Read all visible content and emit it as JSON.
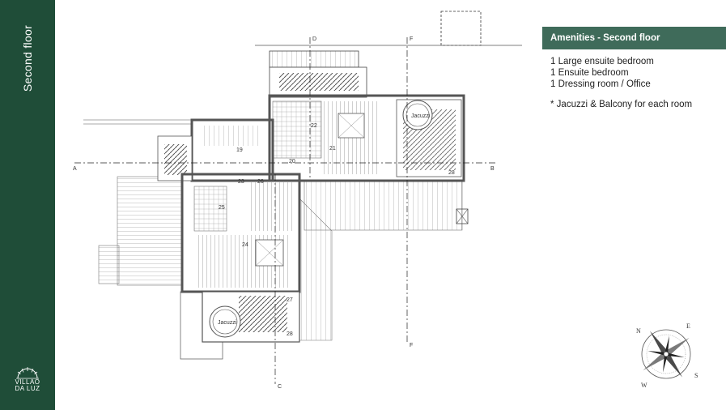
{
  "sidebar": {
    "title": "Second floor",
    "logo": [
      "VILLAO",
      "DA LUZ"
    ]
  },
  "panel": {
    "title": "Amenities - Second floor",
    "items": [
      "1 Large ensuite bedroom",
      "1 Ensuite bedroom",
      "1 Dressing room / Office"
    ],
    "note": "* Jacuzzi & Balcony for each room"
  },
  "plan": {
    "section_marks": [
      "A",
      "B",
      "C",
      "D",
      "F",
      "F"
    ],
    "room_numbers": [
      "19",
      "20",
      "21",
      "22",
      "23",
      "24",
      "25",
      "26",
      "27",
      "28",
      "28"
    ],
    "jacuzzi": [
      "Jacuzzi",
      "Jacuzzi"
    ]
  },
  "compass": {
    "letters": [
      "N",
      "E",
      "S",
      "W"
    ]
  },
  "colors": {
    "sidebar": "#1f4d38",
    "panel_header": "#3f6b5a"
  }
}
